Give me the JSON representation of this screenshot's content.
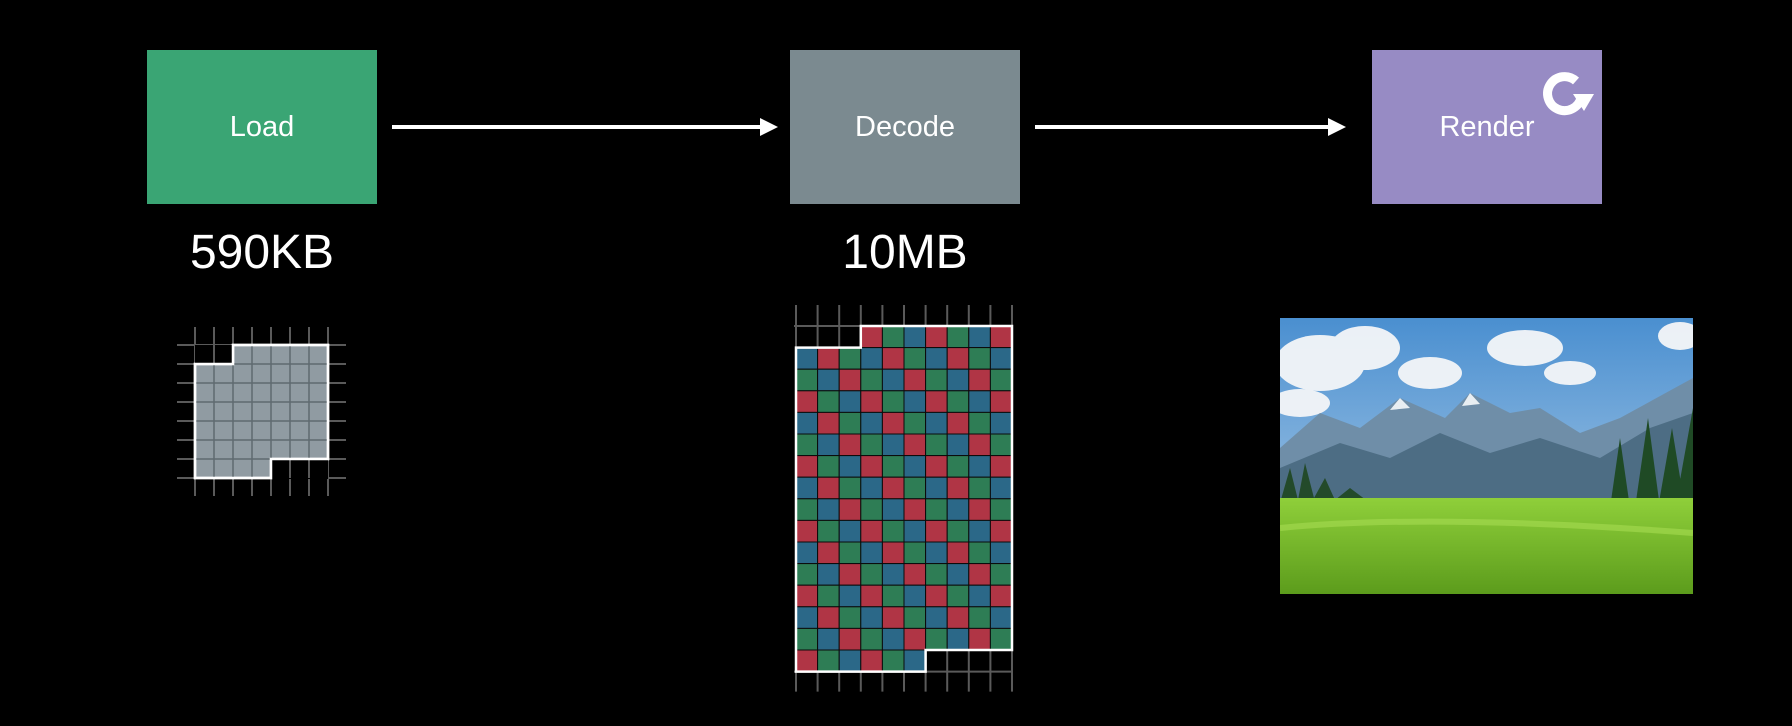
{
  "stages": {
    "load": {
      "label": "Load",
      "color": "#3aa574"
    },
    "decode": {
      "label": "Decode",
      "color": "#7b8a90"
    },
    "render": {
      "label": "Render",
      "color": "#978bc4"
    }
  },
  "sizes": {
    "load": "590KB",
    "decode": "10MB"
  },
  "icons": {
    "render_badge": "refresh-icon",
    "arrow": "arrow-right-icon"
  },
  "palette": {
    "background": "#000000",
    "arrow": "#ffffff",
    "compressed_fill": "#909ba2",
    "grid_line": "#5a5a5a",
    "pixel_red": "#b03545",
    "pixel_green": "#2e7d55",
    "pixel_blue": "#2b6888"
  }
}
